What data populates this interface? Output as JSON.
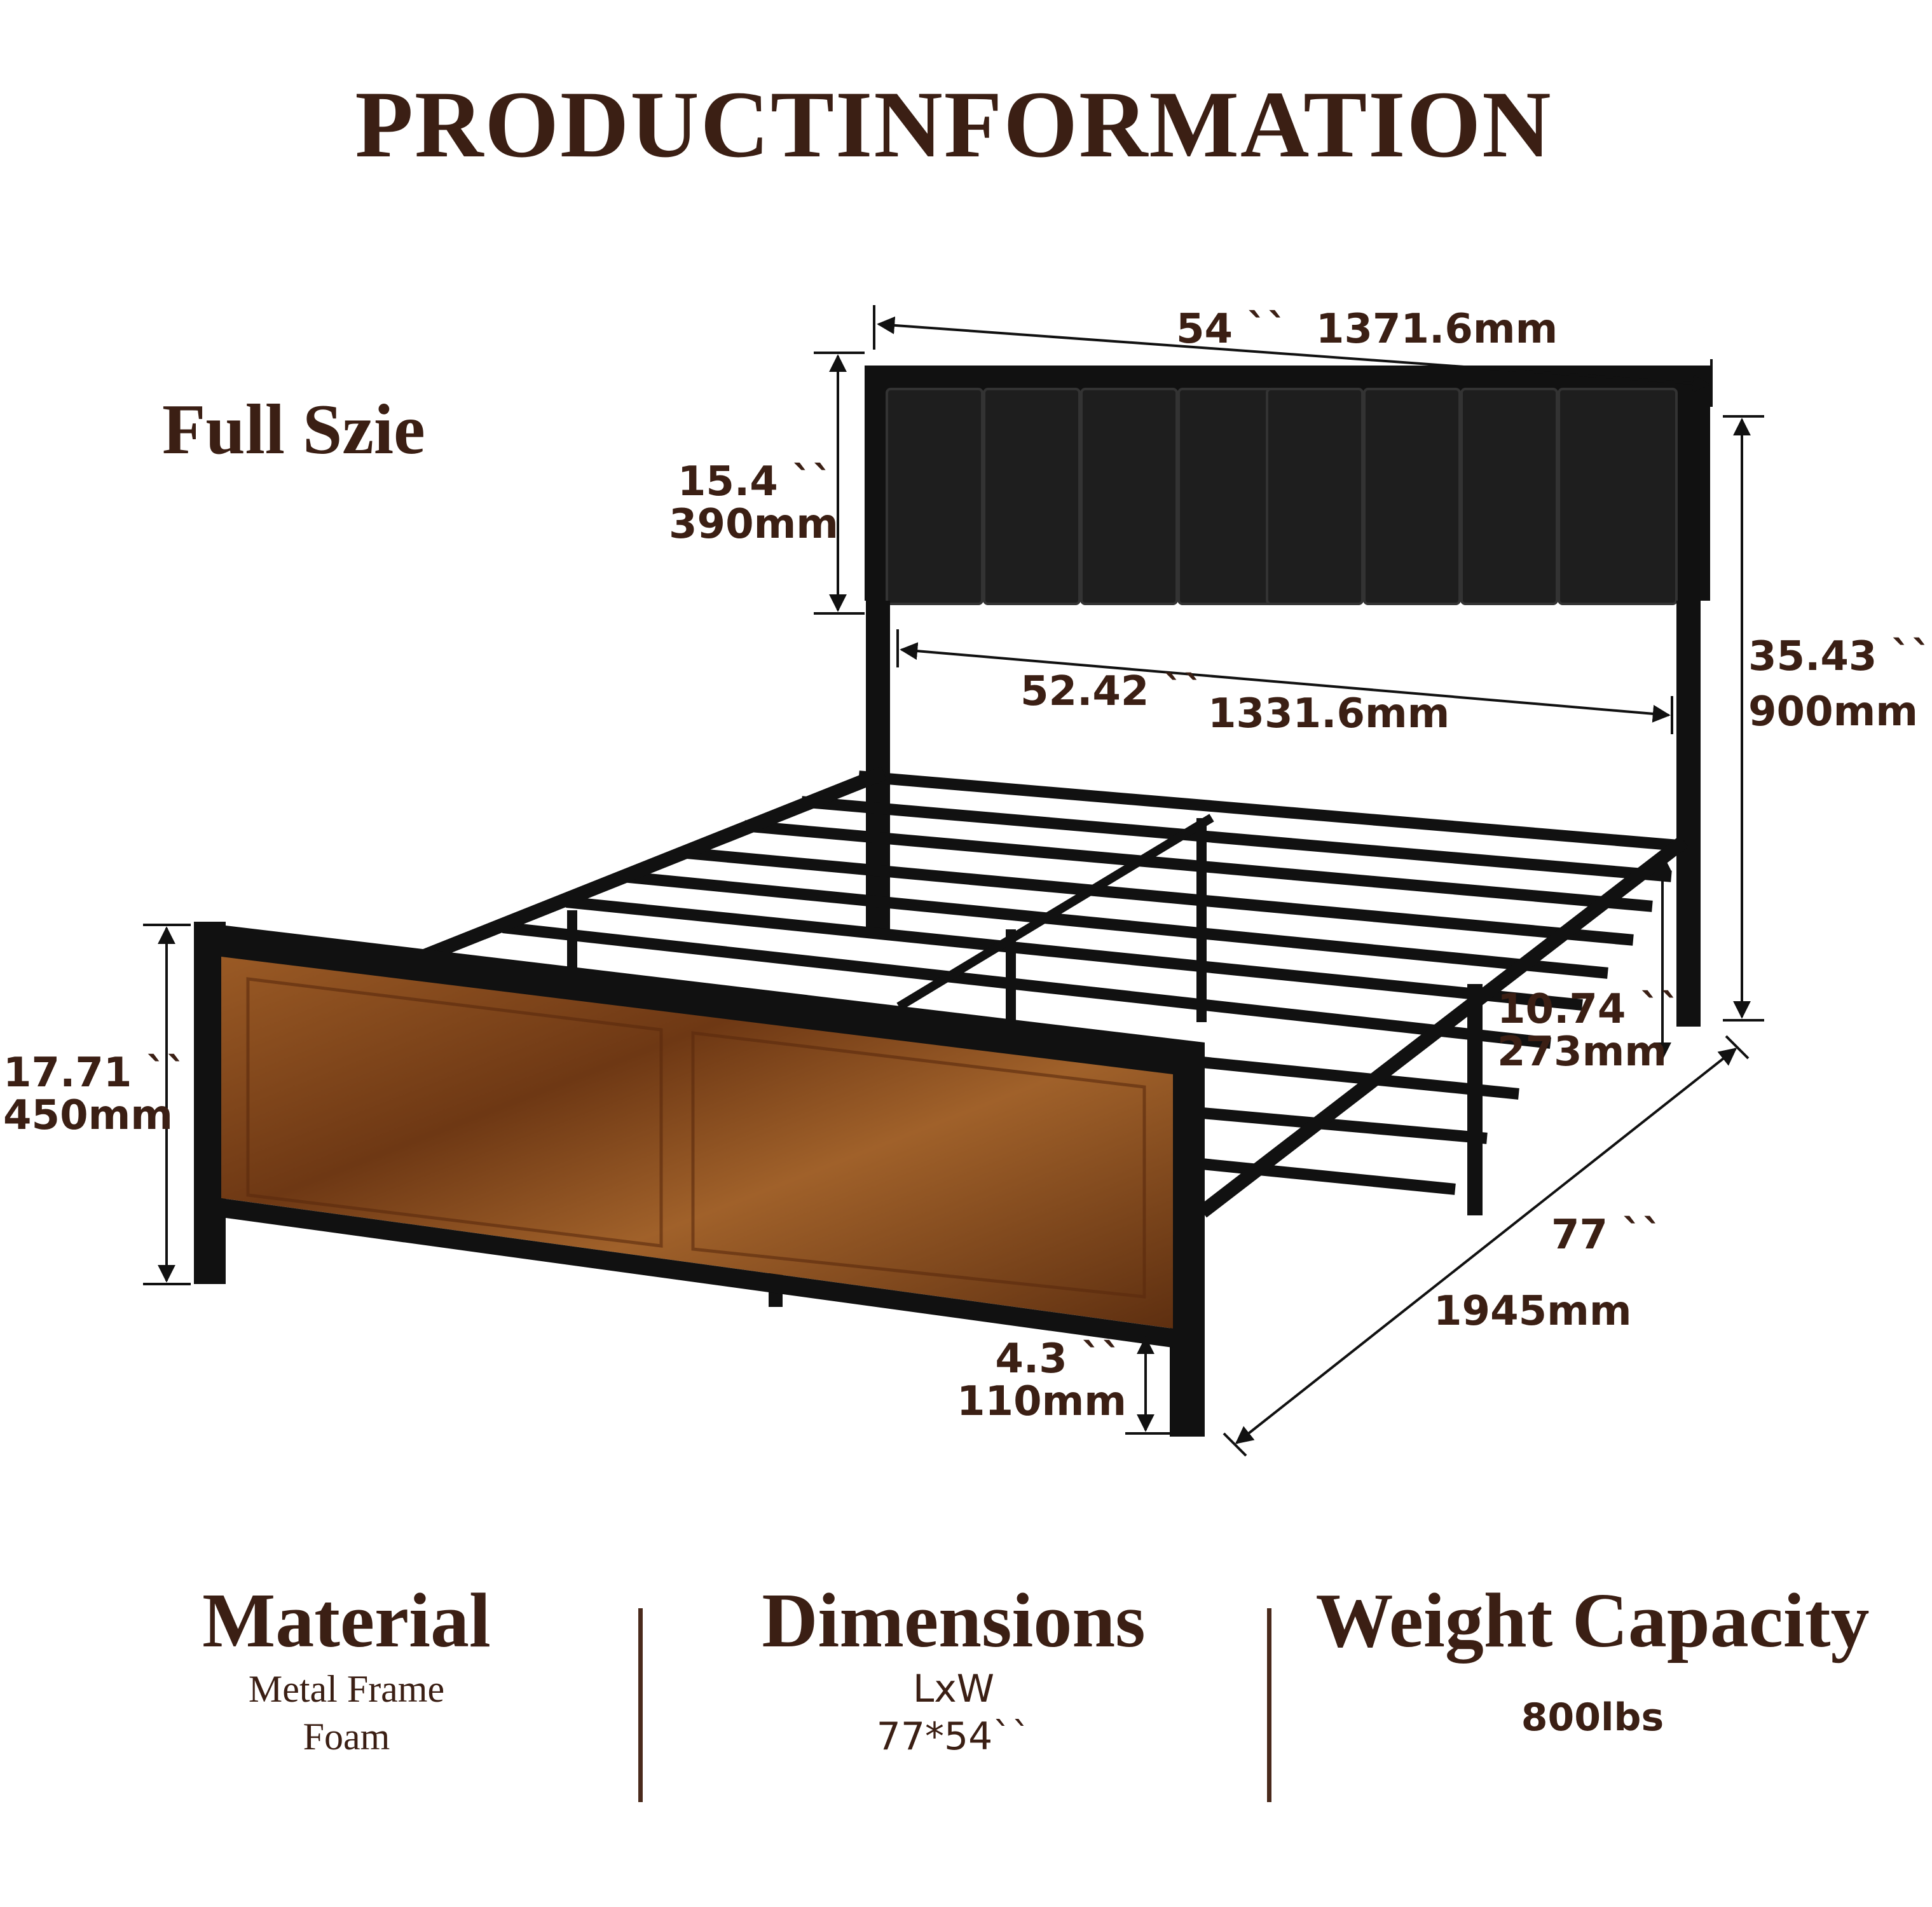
{
  "header": {
    "title": "PRODUCTINFORMATION"
  },
  "size_label": "Full Szie",
  "dimensions": {
    "width_outer": {
      "inch": "54 ``",
      "mm": "1371.6mm"
    },
    "headboard_height": {
      "inch": "15.4 ``",
      "mm": "390mm"
    },
    "width_inner": {
      "inch": "52.42 ``",
      "mm": "1331.6mm"
    },
    "total_height": {
      "inch": "35.43 ``",
      "mm": "900mm"
    },
    "under_clearance": {
      "inch": "10.74 ``",
      "mm": "273mm"
    },
    "footboard_height": {
      "inch": "17.71 ``",
      "mm": "450mm"
    },
    "length": {
      "inch": "77 ``",
      "mm": "1945mm"
    },
    "floor_gap": {
      "inch": "4.3 ``",
      "mm": "110mm"
    }
  },
  "specs": {
    "material": {
      "heading": "Material",
      "line1": "Metal Frame",
      "line2": "Foam"
    },
    "dimensions": {
      "heading": "Dimensions",
      "line1": "LxW",
      "line2": "77*54``"
    },
    "weight": {
      "heading": "Weight Capacity",
      "line1": "800lbs"
    }
  },
  "colors": {
    "text": "#3b1f14",
    "frame": "#111111",
    "headboard": "#1a1a1a",
    "wood": "#8a4a1e"
  }
}
